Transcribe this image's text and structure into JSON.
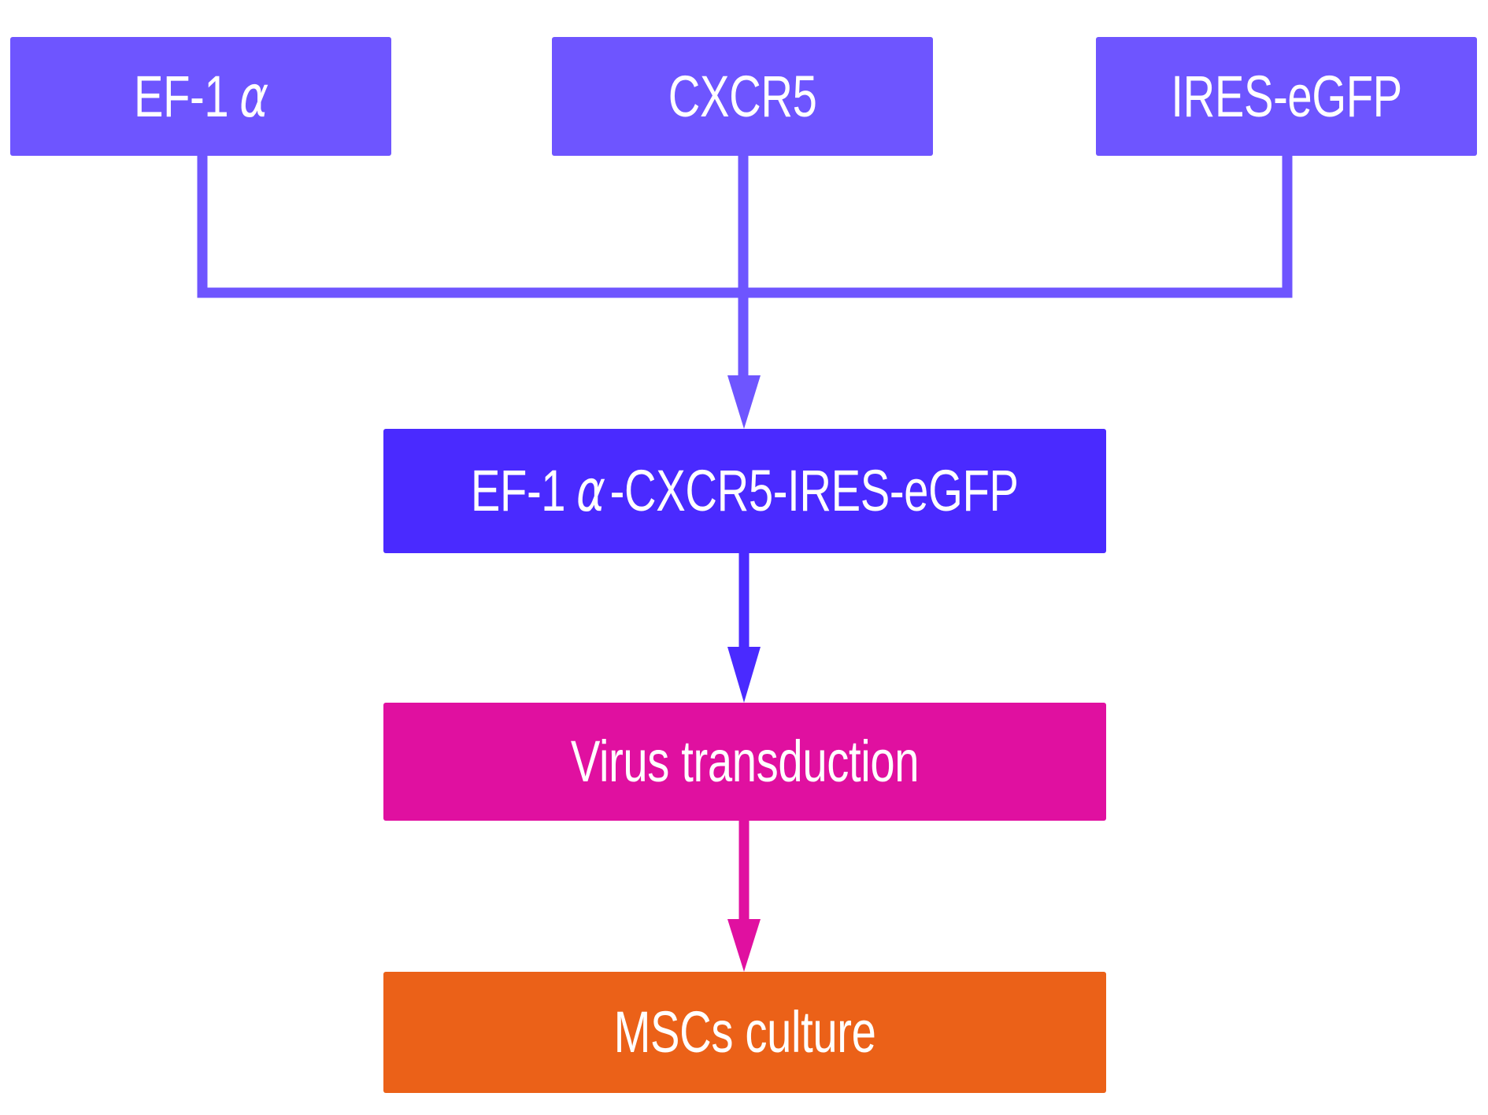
{
  "colors": {
    "input_box": "#6E55FF",
    "construct_box": "#4A2AFF",
    "virus_box": "#E010A0",
    "culture_box": "#EB6118",
    "text": "#FFFFFF",
    "background": "#FFFFFF"
  },
  "inputs": [
    {
      "prefix": "EF-1",
      "greek": "α"
    },
    {
      "label": "CXCR5"
    },
    {
      "label": "IRES-eGFP"
    }
  ],
  "construct": {
    "prefix": "EF-1",
    "greek": "α",
    "suffix": "-CXCR5-IRES-eGFP"
  },
  "steps": [
    {
      "label": "Virus transduction"
    },
    {
      "label": "MSCs culture"
    }
  ]
}
